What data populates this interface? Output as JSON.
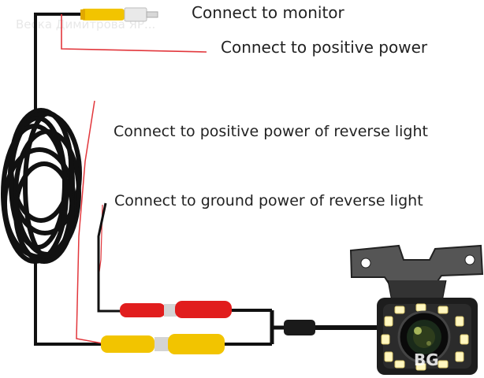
{
  "watermark": "Веска Димитрова ЯР...",
  "labels": {
    "monitor": "Connect to monitor",
    "positive_power": "Connect to  positive power",
    "reverse_positive": "Connect to positive power of reverse light",
    "reverse_ground": "Connect to ground power of reverse light"
  },
  "logo_text": "BG",
  "colors": {
    "wire_black": "#111111",
    "wire_red": "#e2373c",
    "rca_yellow": "#f2c400",
    "rca_red": "#e11d1d",
    "camera_body": "#1d1d1d",
    "led": "#fff7c0"
  }
}
